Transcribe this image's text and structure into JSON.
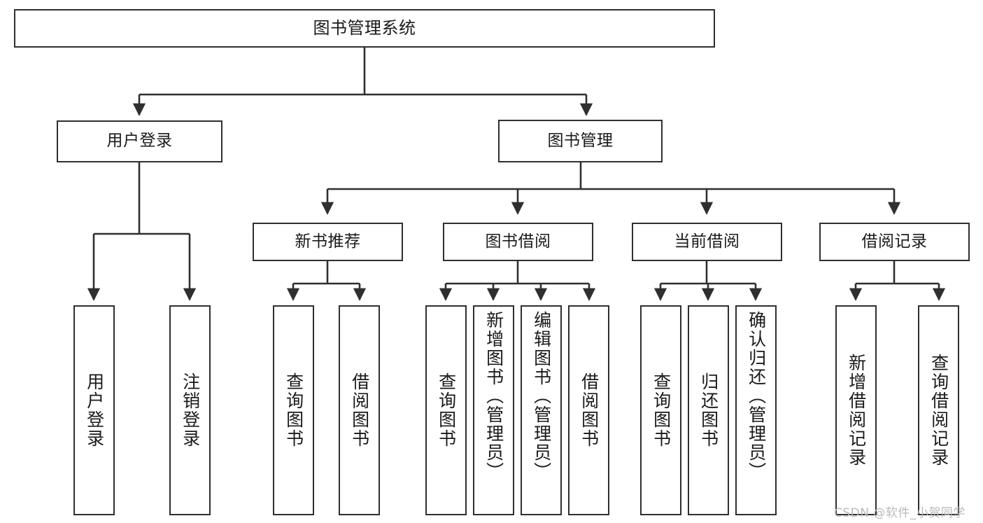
{
  "diagram": {
    "title": "图书管理系统",
    "type": "hierarchy-tree",
    "colors": {
      "background": "#ffffff",
      "node_fill": "#ffffff",
      "node_border": "#2f2f2f",
      "edge": "#2f2f2f",
      "text": "#1a1a1a",
      "watermark": "#b9b9b9"
    },
    "levels": {
      "root": {
        "label": "图书管理系统"
      },
      "level2": [
        {
          "label": "用户登录"
        },
        {
          "label": "图书管理"
        }
      ],
      "level3": [
        {
          "label": "新书推荐"
        },
        {
          "label": "图书借阅"
        },
        {
          "label": "当前借阅"
        },
        {
          "label": "借阅记录"
        }
      ],
      "leaves": {
        "user_login": [
          {
            "label": "用户登录"
          },
          {
            "label": "注销登录"
          }
        ],
        "new_book_recommend": [
          {
            "label": "查询图书"
          },
          {
            "label": "借阅图书"
          }
        ],
        "book_borrow": [
          {
            "label": "查询图书"
          },
          {
            "label": "新增图书（管理员）"
          },
          {
            "label": "编辑图书（管理员）"
          },
          {
            "label": "借阅图书"
          }
        ],
        "current_borrow": [
          {
            "label": "查询图书"
          },
          {
            "label": "归还图书"
          },
          {
            "label": "确认归还（管理员）"
          }
        ],
        "borrow_record": [
          {
            "label": "新增借阅记录"
          },
          {
            "label": "查询借阅记录"
          }
        ]
      }
    },
    "watermark": "CSDN @软件_小贺同学"
  }
}
